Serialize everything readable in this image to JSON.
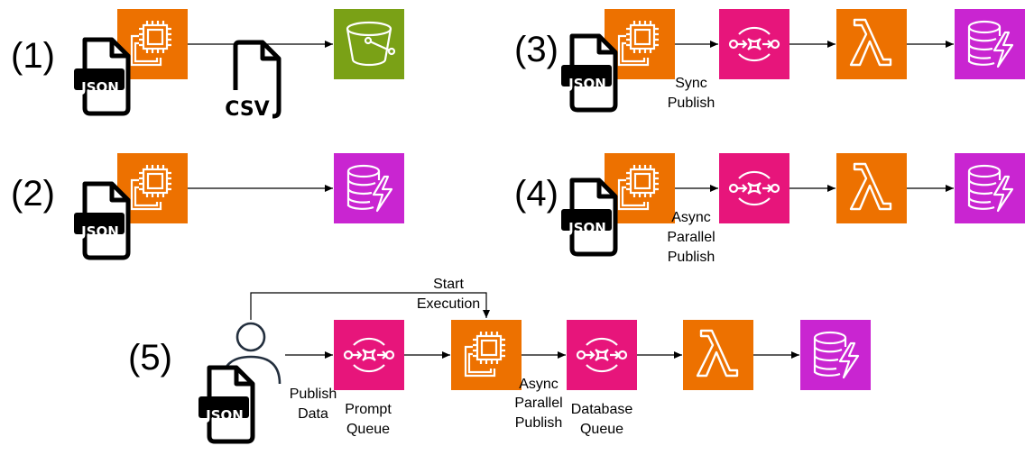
{
  "colors": {
    "ec2": "#ED7100",
    "sqs": "#E7157B",
    "lambda": "#ED7100",
    "dynamodb": "#C925D1",
    "s3": "#7AA116",
    "line": "#000000"
  },
  "file_tags": {
    "json": "JSON",
    "csv": "CSV"
  },
  "scenarios": [
    {
      "label": "(1)"
    },
    {
      "label": "(2)"
    },
    {
      "label": "(3)",
      "edge_label": [
        "Sync",
        "Publish"
      ]
    },
    {
      "label": "(4)",
      "edge_label": [
        "Async",
        "Parallel",
        "Publish"
      ]
    },
    {
      "label": "(5)",
      "start_label": [
        "Start",
        "Execution"
      ],
      "publish_label": [
        "Publish",
        "Data"
      ],
      "prompt_queue_label": [
        "Prompt",
        "Queue"
      ],
      "async_label": [
        "Async",
        "Parallel",
        "Publish"
      ],
      "database_queue_label": [
        "Database",
        "Queue"
      ]
    }
  ]
}
